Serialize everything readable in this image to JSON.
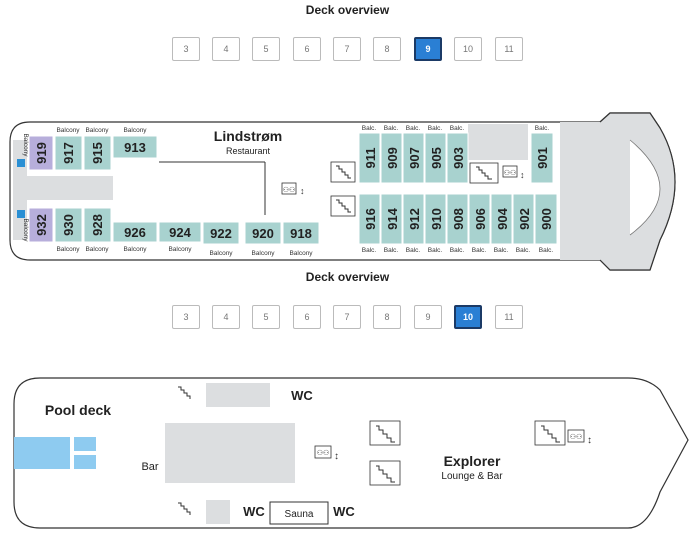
{
  "top_deck": {
    "title": "Deck overview",
    "buttons": [
      "3",
      "4",
      "5",
      "6",
      "7",
      "8",
      "9",
      "10",
      "11"
    ],
    "active": "9",
    "restaurant_name": "Lindstrøm",
    "restaurant_sub": "Restaurant",
    "balcony_label": "Balcony",
    "balc_label": "Balc.",
    "cabins_left_top": [
      "919",
      "917",
      "915",
      "913"
    ],
    "cabins_left_bottom": [
      "932",
      "930",
      "928",
      "926",
      "924",
      "922",
      "920",
      "918"
    ],
    "cabins_right_top": [
      "911",
      "909",
      "907",
      "905",
      "903",
      "901"
    ],
    "cabins_right_bottom": [
      "916",
      "914",
      "912",
      "910",
      "908",
      "906",
      "904",
      "902",
      "900"
    ]
  },
  "bottom_deck": {
    "title": "Deck overview",
    "buttons": [
      "3",
      "4",
      "5",
      "6",
      "7",
      "8",
      "9",
      "10",
      "11"
    ],
    "active": "10",
    "pool_label": "Pool deck",
    "bar_label": "Bar",
    "wc_label": "WC",
    "sauna_label": "Sauna",
    "explorer_label": "Explorer",
    "explorer_sub": "Lounge & Bar"
  },
  "colors": {
    "cabin": "#a8d2cf",
    "cabin_purple": "#b7aedb",
    "active_button": "#2a7fd4",
    "pool": "#8ecbf0",
    "hull_grey": "#dcdee0"
  },
  "icons": [
    "elevator-icon",
    "stairs-icon",
    "accessible-cabin-icon"
  ]
}
